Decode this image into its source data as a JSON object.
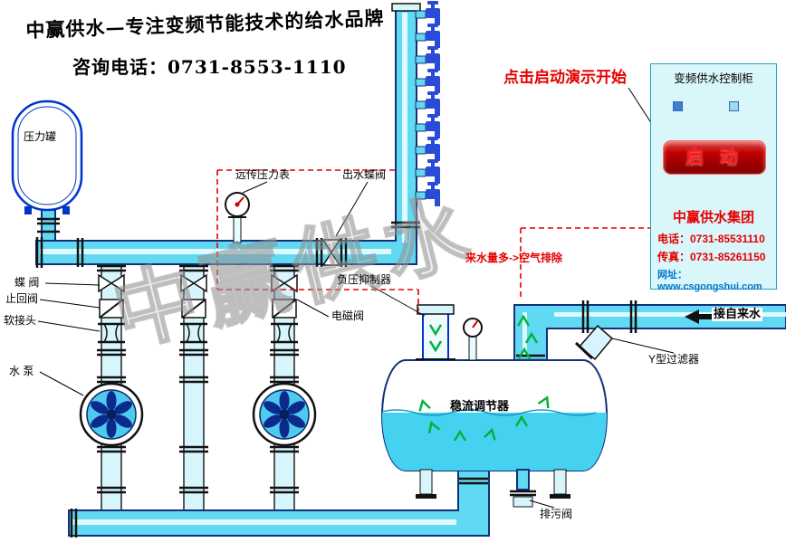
{
  "header": {
    "slogan_line1": "中赢供水—专注变频节能技术的给水品牌",
    "slogan_line2": "咨询电话：0731-8553-1110"
  },
  "annotations": {
    "click_start": "点击启动演示开始",
    "incoming_note": "来水量多->空气排除"
  },
  "labels": {
    "pressure_tank": "压力罐",
    "butterfly_valve": "蝶 阀",
    "check_valve": "止回阀",
    "soft_joint": "软接头",
    "water_pump": "水 泵",
    "remote_pressure_gauge": "远传压力表",
    "outlet_butterfly_valve": "出水蝶阀",
    "negative_pressure_suppressor": "负压抑制器",
    "solenoid_valve": "电磁阀",
    "flow_regulator": "稳流调节器",
    "y_filter": "Y型过滤器",
    "tap_water_inlet": "接自来水",
    "drain_valve": "排污阀"
  },
  "cabinet": {
    "title": "变频供水控制柜",
    "start_button": "启 动",
    "company": "中赢供水集团",
    "phone": "电话：0731-85531110",
    "fax": "传真：0731-85261150",
    "website": "网址：www.csgongshui.com"
  },
  "watermark": "中赢供水",
  "riser": {
    "faucet_count": 9
  },
  "colors": {
    "pipe_fill": "#62D9F2",
    "pipe_outline": "#13307A",
    "water": "#45D2F0",
    "valve_blue": "#2A4BD7",
    "accent_red": "#E60000",
    "button_red": "#B40000",
    "cabinet_bg": "#D9F6FB",
    "air_arrow_green": "#00B33C"
  }
}
